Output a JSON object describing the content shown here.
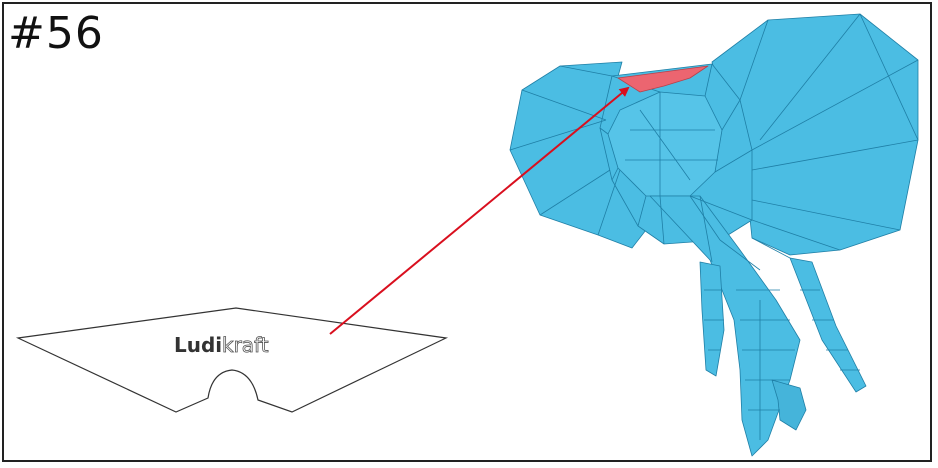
{
  "step": {
    "number": "#56"
  },
  "piece": {
    "brand_bold": "Ludi",
    "brand_outline": "kraft"
  },
  "colors": {
    "model_fill": "#4bbde3",
    "model_edge": "#1f7fa6",
    "highlight_fill": "#ec6570",
    "arrow": "#d90f1e",
    "piece_stroke": "#333333"
  }
}
